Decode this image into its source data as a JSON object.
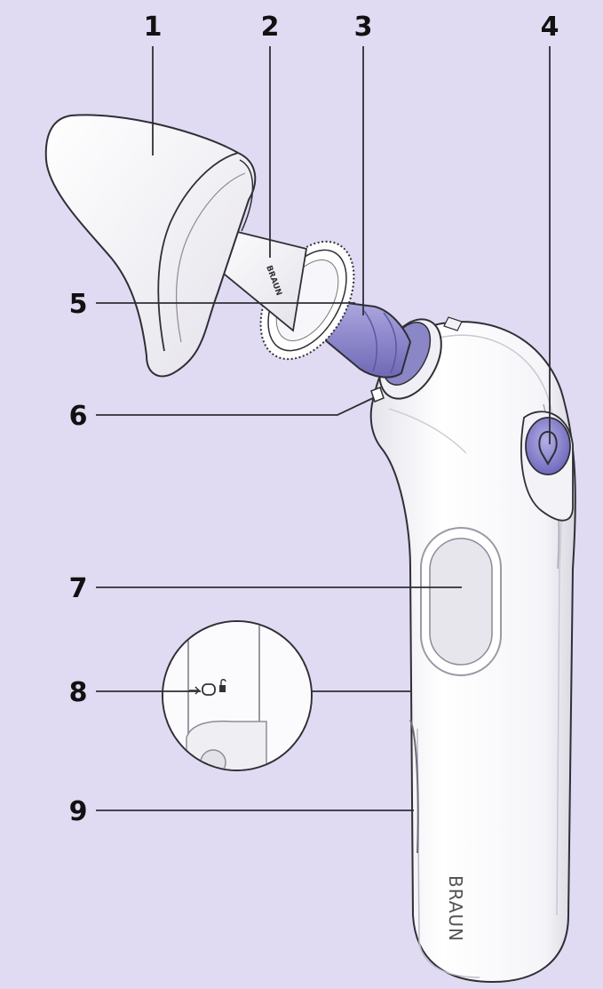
{
  "callouts": {
    "c1": "1",
    "c2": "2",
    "c3": "3",
    "c4": "4",
    "c5": "5",
    "c6": "6",
    "c7": "7",
    "c8": "8",
    "c9": "9"
  },
  "brand": "BRAUN",
  "colors": {
    "background": "#e0dbf2",
    "probe": "#9089c9",
    "button": "#8b86cf",
    "body": "#ffffff",
    "outline": "#333333"
  }
}
